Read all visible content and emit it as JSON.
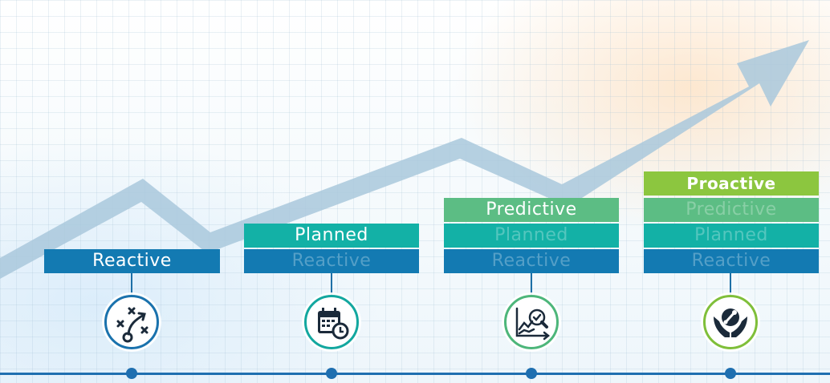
{
  "stages": [
    {
      "id": "reactive",
      "icon": "strategy-play-icon",
      "ring_color": "#1a72ad",
      "bars": [
        {
          "label": "Reactive",
          "kind": "reactive",
          "faded": false
        }
      ]
    },
    {
      "id": "planned",
      "icon": "calendar-clock-icon",
      "ring_color": "#13a79f",
      "bars": [
        {
          "label": "Planned",
          "kind": "planned",
          "faded": false
        },
        {
          "label": "Reactive",
          "kind": "reactive",
          "faded": true
        }
      ]
    },
    {
      "id": "predictive",
      "icon": "chart-magnifier-icon",
      "ring_color": "#4db67a",
      "bars": [
        {
          "label": "Predictive",
          "kind": "predictive",
          "faded": false
        },
        {
          "label": "Planned",
          "kind": "planned",
          "faded": true
        },
        {
          "label": "Reactive",
          "kind": "reactive",
          "faded": true
        }
      ]
    },
    {
      "id": "proactive",
      "icon": "hands-wrench-icon",
      "ring_color": "#7fbf3a",
      "bars": [
        {
          "label": "Proactive",
          "kind": "proactive",
          "faded": false
        },
        {
          "label": "Predictive",
          "kind": "predictive",
          "faded": true
        },
        {
          "label": "Planned",
          "kind": "planned",
          "faded": true
        },
        {
          "label": "Reactive",
          "kind": "reactive",
          "faded": true
        }
      ]
    }
  ],
  "colors": {
    "reactive": "#137ab2",
    "planned": "#13b1a6",
    "predictive": "#5cbd84",
    "proactive": "#8cc63f",
    "axis": "#1f6fb0",
    "trend_arrow": "#a9c8dc"
  }
}
